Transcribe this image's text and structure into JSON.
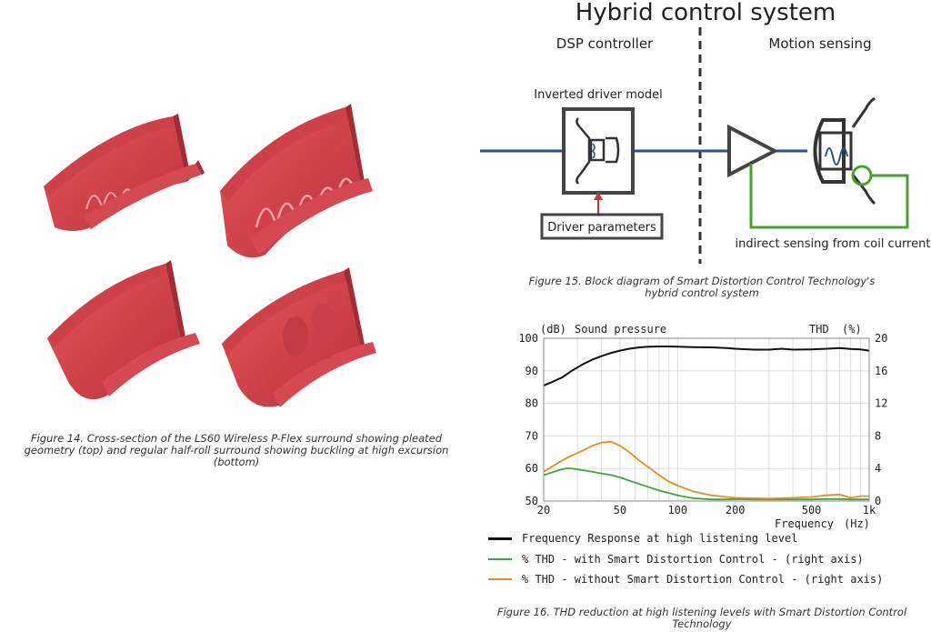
{
  "figure14": {
    "caption_line1": "Figure 14. Cross-section of the LS60 Wireless P-Flex surround showing pleated",
    "caption_line2": "geometry (top) and regular half-roll surround showing buckling at high excursion",
    "caption_line3": "(bottom)"
  },
  "figure15": {
    "title": "Hybrid control system",
    "dsp_label": "DSP controller",
    "motion_label": "Motion sensing",
    "inverted_model_label": "Inverted driver model",
    "driver_params_label": "Driver parameters",
    "sensing_label": "indirect sensing from coil current",
    "caption_line1": "Figure 15. Block diagram of Smart Distortion Control Technology's",
    "caption_line2": "hybrid control system",
    "colors": {
      "signal": "#2b4f8a",
      "feedback": "#4aa02c",
      "block": "#444444",
      "arrow": "#c0392b"
    }
  },
  "figure16": {
    "caption_line1": "Figure 16. THD reduction at high listening levels with Smart Distortion Control",
    "caption_line2": "Technology"
  },
  "chart_data": {
    "type": "line",
    "left_axis_unit": "(dB)",
    "left_axis_label": "Sound pressure",
    "right_axis_label": "THD",
    "right_axis_unit": "(%)",
    "xlabel": "Frequency",
    "xlabel_unit": "(Hz)",
    "x_scale": "log",
    "xlim": [
      20,
      1000
    ],
    "x_ticks": [
      20,
      50,
      100,
      200,
      500,
      1000
    ],
    "x_tick_labels": [
      "20",
      "50",
      "100",
      "200",
      "500",
      "1k"
    ],
    "ylim_left": [
      50,
      100
    ],
    "y_ticks_left": [
      50,
      60,
      70,
      80,
      90,
      100
    ],
    "ylim_right": [
      0,
      20
    ],
    "y_ticks_right": [
      0,
      4,
      8,
      12,
      16,
      20
    ],
    "grid": true,
    "series": [
      {
        "name": "Frequency Response at high listening level",
        "axis": "left",
        "color": "#111111",
        "x": [
          20,
          22,
          25,
          28,
          32,
          36,
          40,
          45,
          50,
          56,
          63,
          71,
          80,
          90,
          100,
          120,
          150,
          180,
          200,
          250,
          300,
          350,
          400,
          500,
          600,
          700,
          800,
          900,
          1000
        ],
        "y": [
          85.5,
          86.5,
          88,
          90,
          92,
          93.5,
          94.5,
          95.5,
          96.2,
          96.8,
          97.2,
          97.4,
          97.5,
          97.5,
          97.4,
          97.3,
          97.2,
          97.0,
          96.8,
          96.5,
          96.5,
          96.8,
          96.5,
          96.6,
          96.8,
          97.0,
          96.7,
          96.6,
          96.2
        ]
      },
      {
        "name": "% THD - with Smart Distortion Control - (right axis)",
        "axis": "right",
        "color": "#3aa83a",
        "x": [
          20,
          22,
          24,
          26,
          28,
          32,
          36,
          40,
          45,
          50,
          56,
          63,
          71,
          80,
          90,
          100,
          120,
          150,
          180,
          200,
          250,
          300,
          400,
          500,
          600,
          700,
          800,
          900,
          1000
        ],
        "y": [
          3.2,
          3.5,
          3.8,
          4.0,
          4.0,
          3.8,
          3.6,
          3.4,
          3.2,
          2.9,
          2.5,
          2.1,
          1.7,
          1.3,
          1.0,
          0.7,
          0.35,
          0.2,
          0.2,
          0.25,
          0.2,
          0.2,
          0.2,
          0.2,
          0.25,
          0.25,
          0.2,
          0.2,
          0.2
        ]
      },
      {
        "name": "% THD - without Smart Distortion Control - (right axis)",
        "axis": "right",
        "color": "#f08a24",
        "x": [
          20,
          22,
          25,
          28,
          32,
          36,
          40,
          45,
          50,
          56,
          63,
          71,
          80,
          90,
          100,
          120,
          150,
          180,
          200,
          250,
          300,
          400,
          500,
          600,
          700,
          800,
          900,
          1000
        ],
        "y": [
          3.6,
          4.2,
          5.0,
          5.6,
          6.2,
          6.8,
          7.2,
          7.3,
          6.8,
          6.0,
          5.0,
          4.1,
          3.2,
          2.4,
          1.9,
          1.2,
          0.7,
          0.5,
          0.4,
          0.35,
          0.3,
          0.4,
          0.5,
          0.7,
          0.8,
          0.4,
          0.6,
          0.6
        ]
      }
    ]
  }
}
